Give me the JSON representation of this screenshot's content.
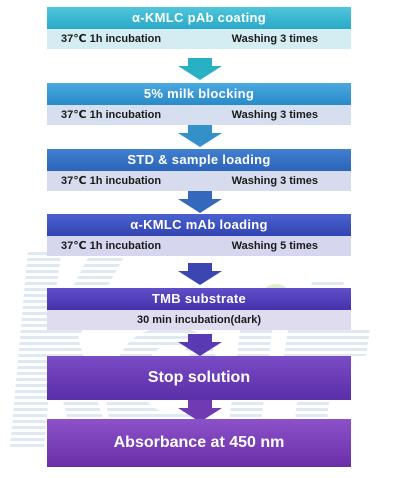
{
  "steps": [
    {
      "title": "α-KMLC pAb coating",
      "left": "37℃ 1h incubation",
      "right": "Washing 3 times",
      "color": "#35b3cf"
    },
    {
      "title": "5% milk blocking",
      "left": "37℃ 1h incubation",
      "right": "Washing 3 times",
      "color": "#3596d1"
    },
    {
      "title": "STD & sample loading",
      "left": "37℃ 1h incubation",
      "right": "Washing 3 times",
      "color": "#336fc3"
    },
    {
      "title": "α-KMLC mAb loading",
      "left": "37℃ 1h incubation",
      "right": "Washing 5 times",
      "color": "#3a52c0"
    },
    {
      "title": "TMB substrate",
      "note": "30 min incubation(dark)",
      "color": "#5140ba"
    },
    {
      "title": "Stop solution",
      "color": "#6a3db7"
    },
    {
      "title": "Absorbance at 450 nm",
      "color": "#7a3fb8"
    }
  ],
  "watermark": "Keit",
  "arrow_colors": [
    "#2ab0c4",
    "#3390c8",
    "#3468bd",
    "#3b46b1",
    "#5a3ab4",
    "#6f3ab2"
  ]
}
